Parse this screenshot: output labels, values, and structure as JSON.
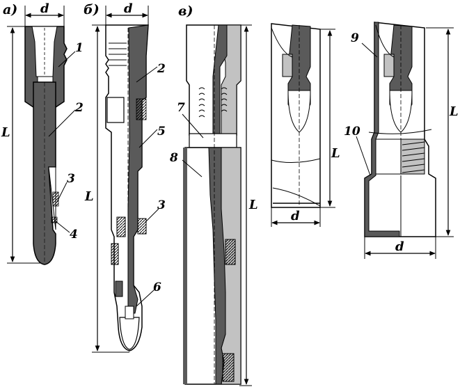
{
  "panels": [
    {
      "id": "a",
      "label": "а)"
    },
    {
      "id": "b",
      "label": "б)"
    },
    {
      "id": "c",
      "label": "в)"
    }
  ],
  "dimensions": {
    "diameter": "d",
    "length": "L"
  },
  "callouts": [
    "1",
    "2",
    "3",
    "4",
    "5",
    "6",
    "7",
    "8",
    "9",
    "10"
  ],
  "colors": {
    "fill_dark": "#5a5a5a",
    "fill_light": "#c2c2c2",
    "line": "#000000",
    "background": "#ffffff"
  }
}
